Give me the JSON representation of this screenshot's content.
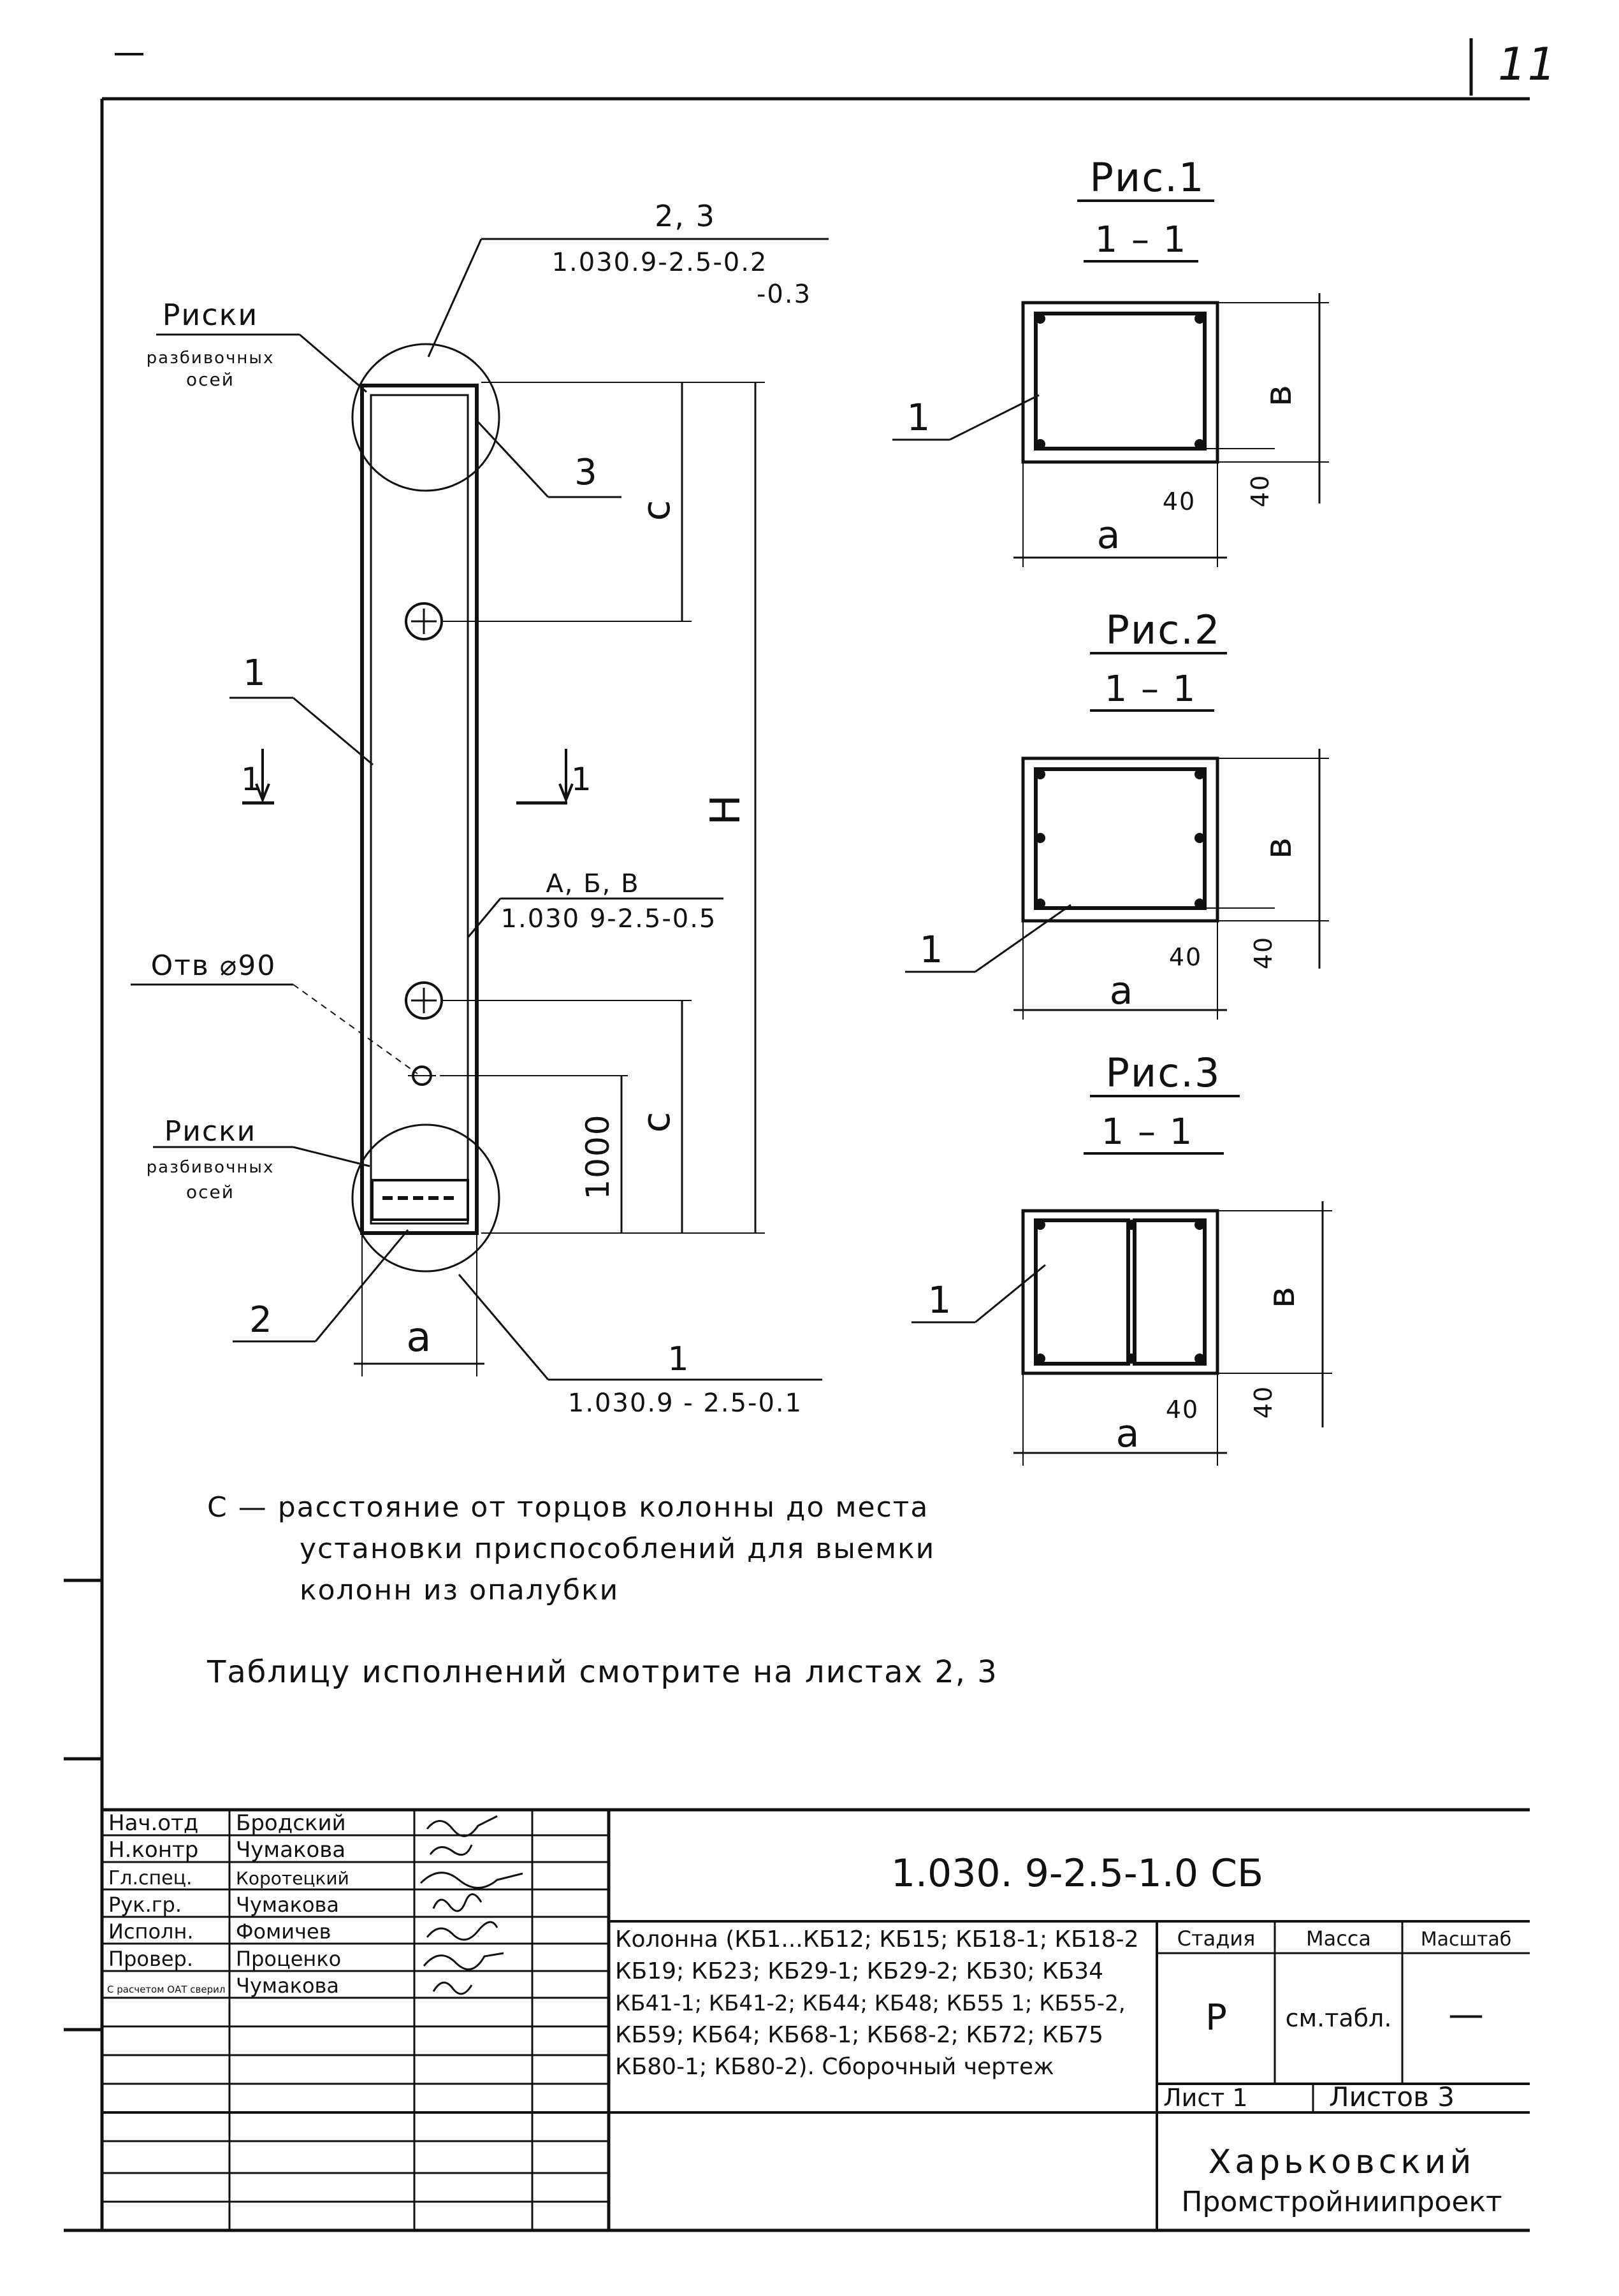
{
  "sheet_number": "11",
  "column_view": {
    "label_top_left": [
      "Риски",
      "разбивочных",
      "осей"
    ],
    "label_bottom_left": [
      "Риски",
      "разбивочных",
      "осей"
    ],
    "callout_top": {
      "num": "2, 3",
      "code1": "1.030.9-2.5-0.2",
      "code2": "-0.3"
    },
    "callout_3": "3",
    "callout_1_left": "1",
    "callout_abv": {
      "num": "А, Б, В",
      "code": "1.030 9-2.5-0.5"
    },
    "hole_label": "Отв ⌀90",
    "callout_2": "2",
    "callout_bottom": {
      "num": "1",
      "code": "1.030.9 - 2.5-0.1"
    },
    "dim_c_top": "с",
    "dim_h": "Н",
    "dim_1000": "1000",
    "dim_c_bottom": "с",
    "dim_a": "а",
    "section_mark": "1"
  },
  "figures": [
    {
      "title": "Рис.1",
      "section": "1 – 1",
      "leader": "1",
      "dim_a": "а",
      "dim_b": "в",
      "dim_40a": "40",
      "dim_40b": "40"
    },
    {
      "title": "Рис.2",
      "section": "1 – 1",
      "leader": "1",
      "dim_a": "а",
      "dim_b": "в",
      "dim_40a": "40",
      "dim_40b": "40"
    },
    {
      "title": "Рис.3",
      "section": "1 – 1",
      "leader": "1",
      "dim_a": "а",
      "dim_b": "в",
      "dim_40a": "40",
      "dim_40b": "40"
    }
  ],
  "notes": {
    "note_c": [
      "С — расстояние  от  торцов  колонны  до  места",
      "установки  приспособлений  для  выемки",
      "колонн  из  опалубки"
    ],
    "table_ref": "Таблицу  исполнений  смотрите  на  листах  2, 3"
  },
  "title_block": {
    "rows": [
      {
        "role": "Нач.отд",
        "name": "Бродский"
      },
      {
        "role": "Н.контр",
        "name": "Чумакова"
      },
      {
        "role": "Гл.спец.",
        "name": "Коротецкий"
      },
      {
        "role": "Рук.гр.",
        "name": "Чумакова"
      },
      {
        "role": "Исполн.",
        "name": "Фомичев"
      },
      {
        "role": "Провер.",
        "name": "Проценко"
      },
      {
        "role": "С расчетом ОАТ сверил",
        "name": "Чумакова"
      }
    ],
    "code": "1.030. 9-2.5-1.0  СБ",
    "description": [
      "Колонна (КБ1...КБ12; КБ15; КБ18-1; КБ18-2",
      "КБ19; КБ23;  КБ29-1; КБ29-2; КБ30; КБ34",
      "КБ41-1; КБ41-2; КБ44; КБ48; КБ55 1; КБ55-2,",
      "КБ59; КБ64; КБ68-1; КБ68-2; КБ72; КБ75",
      "КБ80-1; КБ80-2). Сборочный чертеж"
    ],
    "stage_header": "Стадия",
    "mass_header": "Масса",
    "scale_header": "Масштаб",
    "stage": "Р",
    "mass": "см.табл.",
    "scale": "—",
    "sheet": "Лист  1",
    "sheets": "Листов  3",
    "org1": "Харьковский",
    "org2": "Промстройниипроект"
  }
}
